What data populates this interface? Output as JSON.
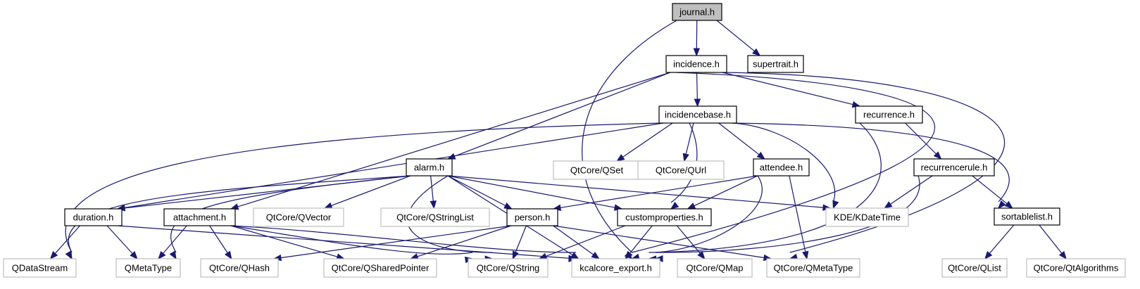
{
  "graph": {
    "title": "Include dependency graph for journal.h",
    "colors": {
      "edge": "#191970",
      "root_fill": "#bfbfbf",
      "local_border": "#000000",
      "external_border": "#bfbfbf"
    },
    "nodes": [
      {
        "id": "journal",
        "label": "journal.h",
        "kind": "root"
      },
      {
        "id": "incidence",
        "label": "incidence.h",
        "kind": "local"
      },
      {
        "id": "supertrait",
        "label": "supertrait.h",
        "kind": "local"
      },
      {
        "id": "incidencebase",
        "label": "incidencebase.h",
        "kind": "local"
      },
      {
        "id": "recurrence",
        "label": "recurrence.h",
        "kind": "local"
      },
      {
        "id": "alarm",
        "label": "alarm.h",
        "kind": "local"
      },
      {
        "id": "attendee",
        "label": "attendee.h",
        "kind": "local"
      },
      {
        "id": "recurrencerule",
        "label": "recurrencerule.h",
        "kind": "local"
      },
      {
        "id": "qset",
        "label": "QtCore/QSet",
        "kind": "external"
      },
      {
        "id": "qurl",
        "label": "QtCore/QUrl",
        "kind": "external"
      },
      {
        "id": "duration",
        "label": "duration.h",
        "kind": "local"
      },
      {
        "id": "attachment",
        "label": "attachment.h",
        "kind": "local"
      },
      {
        "id": "qvector",
        "label": "QtCore/QVector",
        "kind": "external"
      },
      {
        "id": "qstringlist",
        "label": "QtCore/QStringList",
        "kind": "external"
      },
      {
        "id": "person",
        "label": "person.h",
        "kind": "local"
      },
      {
        "id": "customproperties",
        "label": "customproperties.h",
        "kind": "local"
      },
      {
        "id": "kdatetime",
        "label": "KDE/KDateTime",
        "kind": "external"
      },
      {
        "id": "sortablelist",
        "label": "sortablelist.h",
        "kind": "local"
      },
      {
        "id": "qdatastream",
        "label": "QDataStream",
        "kind": "external"
      },
      {
        "id": "qmetatype",
        "label": "QMetaType",
        "kind": "external"
      },
      {
        "id": "qhash",
        "label": "QtCore/QHash",
        "kind": "external"
      },
      {
        "id": "qsharedpointer",
        "label": "QtCore/QSharedPointer",
        "kind": "external"
      },
      {
        "id": "qstring",
        "label": "QtCore/QString",
        "kind": "external"
      },
      {
        "id": "kcalcore_export",
        "label": "kcalcore_export.h",
        "kind": "external"
      },
      {
        "id": "qmap",
        "label": "QtCore/QMap",
        "kind": "external"
      },
      {
        "id": "qtcore_qmetatype",
        "label": "QtCore/QMetaType",
        "kind": "external"
      },
      {
        "id": "qlist",
        "label": "QtCore/QList",
        "kind": "external"
      },
      {
        "id": "qtalgorithms",
        "label": "QtCore/QtAlgorithms",
        "kind": "external"
      }
    ],
    "edges": [
      [
        "journal",
        "incidence"
      ],
      [
        "journal",
        "supertrait"
      ],
      [
        "journal",
        "kcalcore_export"
      ],
      [
        "incidence",
        "incidencebase"
      ],
      [
        "incidence",
        "recurrence"
      ],
      [
        "incidence",
        "alarm"
      ],
      [
        "incidence",
        "attachment"
      ],
      [
        "incidence",
        "kcalcore_export"
      ],
      [
        "incidence",
        "qtcore_qmetatype"
      ],
      [
        "incidencebase",
        "qset"
      ],
      [
        "incidencebase",
        "qurl"
      ],
      [
        "incidencebase",
        "attendee"
      ],
      [
        "incidencebase",
        "customproperties"
      ],
      [
        "incidencebase",
        "kdatetime"
      ],
      [
        "incidencebase",
        "duration"
      ],
      [
        "incidencebase",
        "sortablelist"
      ],
      [
        "incidencebase",
        "qdatastream"
      ],
      [
        "recurrence",
        "recurrencerule"
      ],
      [
        "recurrence",
        "kcalcore_export"
      ],
      [
        "alarm",
        "duration"
      ],
      [
        "alarm",
        "qvector"
      ],
      [
        "alarm",
        "qstringlist"
      ],
      [
        "alarm",
        "person"
      ],
      [
        "alarm",
        "customproperties"
      ],
      [
        "alarm",
        "kdatetime"
      ],
      [
        "alarm",
        "qdatastream"
      ],
      [
        "alarm",
        "qmetatype"
      ],
      [
        "alarm",
        "qstring"
      ],
      [
        "alarm",
        "kcalcore_export"
      ],
      [
        "attendee",
        "person"
      ],
      [
        "attendee",
        "customproperties"
      ],
      [
        "attendee",
        "kcalcore_export"
      ],
      [
        "attendee",
        "qtcore_qmetatype"
      ],
      [
        "recurrencerule",
        "kdatetime"
      ],
      [
        "recurrencerule",
        "sortablelist"
      ],
      [
        "recurrencerule",
        "kcalcore_export"
      ],
      [
        "duration",
        "qdatastream"
      ],
      [
        "duration",
        "qmetatype"
      ],
      [
        "duration",
        "kcalcore_export"
      ],
      [
        "attachment",
        "qmetatype"
      ],
      [
        "attachment",
        "qhash"
      ],
      [
        "attachment",
        "qsharedpointer"
      ],
      [
        "attachment",
        "qstring"
      ],
      [
        "attachment",
        "kcalcore_export"
      ],
      [
        "person",
        "qhash"
      ],
      [
        "person",
        "qsharedpointer"
      ],
      [
        "person",
        "qstring"
      ],
      [
        "person",
        "kcalcore_export"
      ],
      [
        "person",
        "qtcore_qmetatype"
      ],
      [
        "customproperties",
        "qstring"
      ],
      [
        "customproperties",
        "kcalcore_export"
      ],
      [
        "customproperties",
        "qmap"
      ],
      [
        "sortablelist",
        "qlist"
      ],
      [
        "sortablelist",
        "qtalgorithms"
      ]
    ]
  }
}
